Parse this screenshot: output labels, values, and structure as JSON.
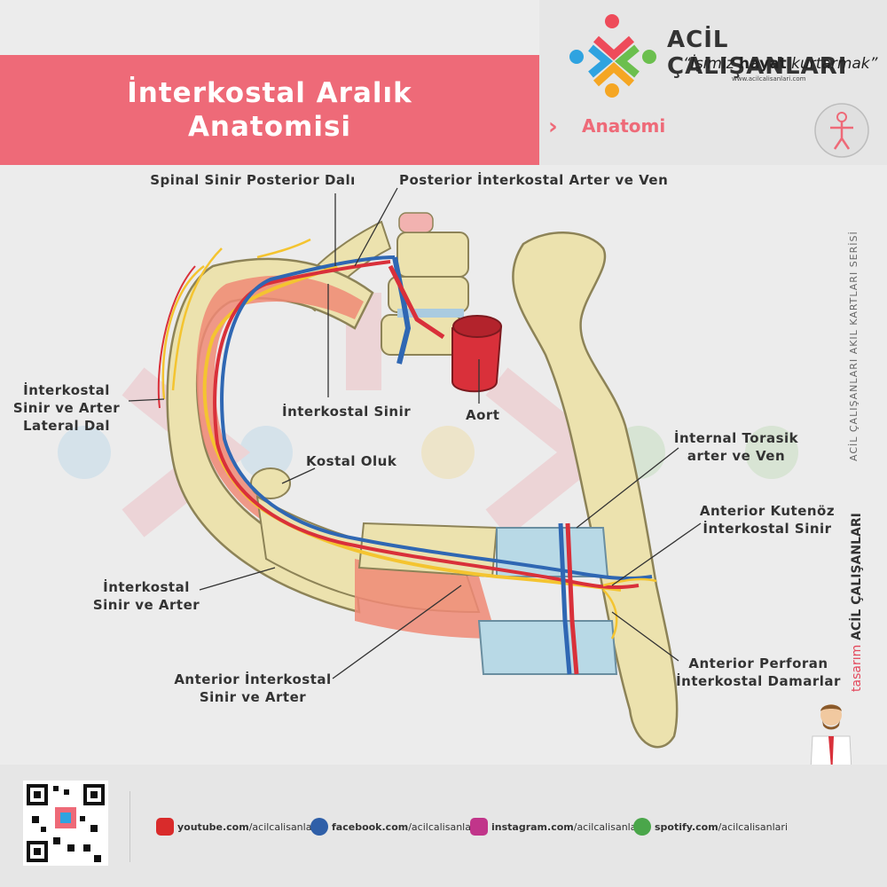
{
  "header": {
    "title_line1": "İnterkostal Aralık",
    "title_line2": "Anatomisi",
    "brand": "ACİL ÇALIŞANLARI",
    "slogan_pre": "“İşimiz ",
    "slogan_bold": "hayat",
    "slogan_post": " kurtarmak”",
    "website": "www.acilcalisanlari.com",
    "category": "Anatomi"
  },
  "side": {
    "series": "ACİL ÇALIŞANLARI AKIL KARTLARI SERİSİ",
    "credit_prefix": "tasarım",
    "credit_brand": "ACİL ÇALIŞANLARI"
  },
  "labels": {
    "spinal_posterior": "Spinal Sinir Posterior Dalı",
    "posterior_arter": "Posterior İnterkostal Arter ve Ven",
    "lateral_l1": "İnterkostal",
    "lateral_l2": "Sinir ve Arter",
    "lateral_l3": "Lateral Dal",
    "interkostal_sinir": "İnterkostal Sinir",
    "aort": "Aort",
    "kostal_oluk": "Kostal Oluk",
    "internal_l1": "İnternal Torasik",
    "internal_l2": "arter ve Ven",
    "kutenoz_l1": "Anterior Kutenöz",
    "kutenoz_l2": "İnterkostal Sinir",
    "sinir_arter_l1": "İnterkostal",
    "sinir_arter_l2": "Sinir ve Arter",
    "anterior_l1": "Anterior İnterkostal",
    "anterior_l2": "Sinir ve Arter",
    "perforan_l1": "Anterior Perforan",
    "perforan_l2": "İnterkostal Damarlar"
  },
  "footer": {
    "youtube_b": "youtube.com",
    "youtube_r": "/acilcalisanlari",
    "facebook_b": "facebook.com",
    "facebook_r": "/acilcalisanlari",
    "instagram_b": "instagram.com",
    "instagram_r": "/acilcalisanlari",
    "spotify_b": "spotify.com",
    "spotify_r": "/acilcalisanlari"
  },
  "colors": {
    "accent": "#ee6a78",
    "bone": "#efe6b5",
    "artery": "#d9303a",
    "vein": "#2f67b3",
    "nerve": "#f4c430",
    "muscle": "#f08a76",
    "cartilage": "#b8d9e6"
  }
}
